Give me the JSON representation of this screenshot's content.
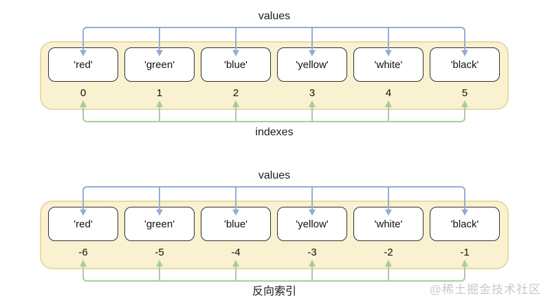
{
  "colors": {
    "arrow_blue": "#96abd3",
    "arrow_green": "#a6cd9e",
    "container_fill": "#faf1d1",
    "container_border": "#e7d9a6",
    "box_border": "#2e2e2e",
    "watermark": "#c9c9c9"
  },
  "groups": [
    {
      "top_label": "values",
      "bottom_label": "indexes",
      "items": [
        {
          "value": "'red'",
          "index": "0"
        },
        {
          "value": "'green'",
          "index": "1"
        },
        {
          "value": "'blue'",
          "index": "2"
        },
        {
          "value": "'yellow'",
          "index": "3"
        },
        {
          "value": "'white'",
          "index": "4"
        },
        {
          "value": "'black'",
          "index": "5"
        }
      ]
    },
    {
      "top_label": "values",
      "bottom_label": "反向索引",
      "items": [
        {
          "value": "'red'",
          "index": "-6"
        },
        {
          "value": "'green'",
          "index": "-5"
        },
        {
          "value": "'blue'",
          "index": "-4"
        },
        {
          "value": "'yellow'",
          "index": "-3"
        },
        {
          "value": "'white'",
          "index": "-2"
        },
        {
          "value": "'black'",
          "index": "-1"
        }
      ]
    }
  ],
  "watermark": "@稀土掘金技术社区"
}
